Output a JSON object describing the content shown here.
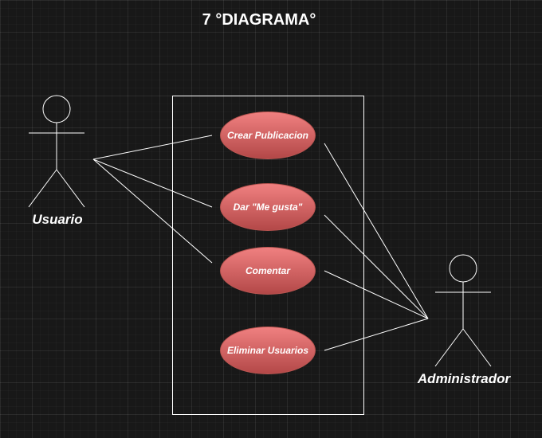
{
  "title": "7 °DIAGRAMA°",
  "actors": {
    "usuario": "Usuario",
    "administrador": "Administrador"
  },
  "use_cases": [
    "Crear Publicacion",
    "Dar \"Me gusta\"",
    "Comentar",
    "Eliminar Usuarios"
  ],
  "colors": {
    "background": "#181818",
    "lines": "#ffffff",
    "use_case_fill_top": "#f08080",
    "use_case_fill_bottom": "#b34848"
  }
}
